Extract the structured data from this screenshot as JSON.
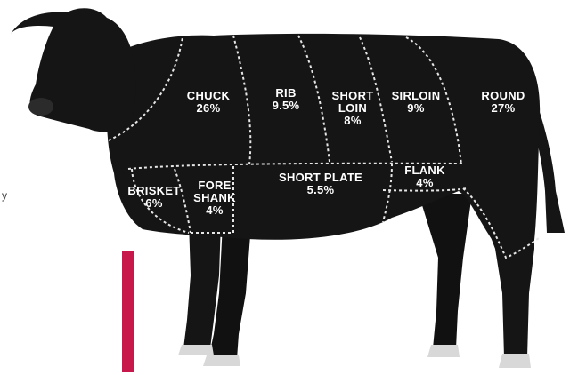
{
  "colors": {
    "cow_body": "#151515",
    "cut_lines": "#e6e6e6",
    "label_text": "#ffffff",
    "accent_bar": "#c8174a",
    "hooves": "#d8d8d8"
  },
  "stray_text": "y",
  "cuts": [
    {
      "id": "chuck",
      "name": "CHUCK",
      "percent": "26%"
    },
    {
      "id": "rib",
      "name": "RIB",
      "percent": "9.5%"
    },
    {
      "id": "short-loin",
      "name_line1": "SHORT",
      "name_line2": "LOIN",
      "percent": "8%"
    },
    {
      "id": "sirloin",
      "name": "SIRLOIN",
      "percent": "9%"
    },
    {
      "id": "round",
      "name": "ROUND",
      "percent": "27%"
    },
    {
      "id": "brisket",
      "name": "BRISKET",
      "percent": "6%"
    },
    {
      "id": "fore-shank",
      "name_line1": "FORE",
      "name_line2": "SHANK",
      "percent": "4%"
    },
    {
      "id": "short-plate",
      "name": "SHORT PLATE",
      "percent": "5.5%"
    },
    {
      "id": "flank",
      "name": "FLANK",
      "percent": "4%"
    }
  ]
}
